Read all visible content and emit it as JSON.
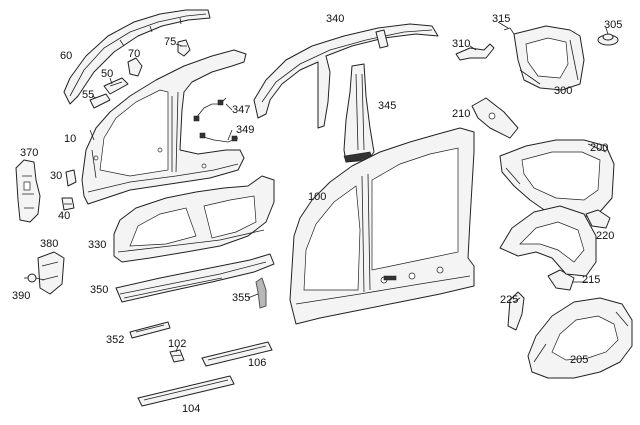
{
  "labels": {
    "p60": "60",
    "p75": "75",
    "p70": "70",
    "p50": "50",
    "p55": "55",
    "p10": "10",
    "p347": "347",
    "p349": "349",
    "p370": "370",
    "p30": "30",
    "p40": "40",
    "p340": "340",
    "p345": "345",
    "p315": "315",
    "p310": "310",
    "p305": "305",
    "p300": "300",
    "p210": "210",
    "p200": "200",
    "p100": "100",
    "p330": "330",
    "p380": "380",
    "p390": "390",
    "p350": "350",
    "p355": "355",
    "p220": "220",
    "p215": "215",
    "p225": "225",
    "p352": "352",
    "p102": "102",
    "p106": "106",
    "p205": "205",
    "p104": "104"
  }
}
